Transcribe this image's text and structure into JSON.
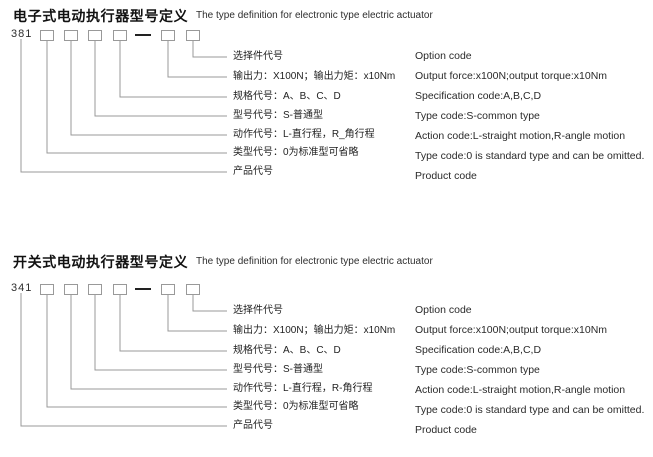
{
  "colors": {
    "line_gray": "#999999",
    "text": "#1a1a1a",
    "background": "#ffffff"
  },
  "sections": [
    {
      "title_zh": "电子式电动执行器型号定义",
      "title_en": "The type definition for electronic type electric actuator",
      "model_code": "381",
      "rows_zh": [
        "选择件代号",
        "输出力：X100N；输出力矩：x10Nm",
        "规格代号：A、B、C、D",
        "型号代号：S-普通型",
        "动作代号：L-直行程，R_角行程",
        "类型代号：0为标准型可省略",
        "产品代号"
      ],
      "rows_en": [
        "Option code",
        "Output force:x100N;output torque:x10Nm",
        "Specification code:A,B,C,D",
        "Type code:S-common type",
        "Action code:L-straight motion,R-angle motion",
        "Type code:0 is standard type and can be omitted.",
        "Product code"
      ]
    },
    {
      "title_zh": "开关式电动执行器型号定义",
      "title_en": "The type definition for electronic type electric actuator",
      "model_code": "341",
      "rows_zh": [
        "选择件代号",
        "输出力：X100N；输出力矩：x10Nm",
        "规格代号：A、B、C、D",
        "型号代号：S-普通型",
        "动作代号：L-直行程，R-角行程",
        "类型代号：0为标准型可省略",
        "产品代号"
      ],
      "rows_en": [
        "Option code",
        "Output force:x100N;output torque:x10Nm",
        "Specification code:A,B,C,D",
        "Type code:S-common type",
        "Action code:L-straight motion,R-angle motion",
        "Type code:0 is standard type and can be omitted.",
        "Product code"
      ]
    }
  ]
}
